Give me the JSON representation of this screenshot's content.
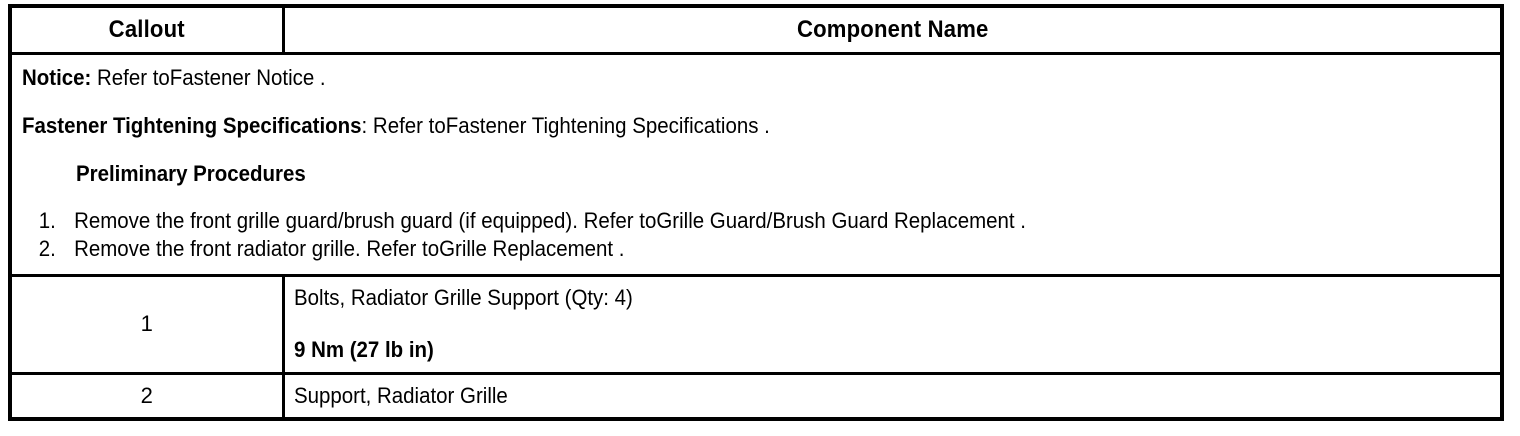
{
  "table": {
    "headers": {
      "callout": "Callout",
      "component_name": "Component Name"
    },
    "notice_block": {
      "notice_label": "Notice:",
      "notice_text": " Refer toFastener Notice .",
      "fastener_label": "Fastener Tightening Specifications",
      "fastener_text": ": Refer toFastener Tightening Specifications .",
      "preliminary_heading": "Preliminary Procedures",
      "steps": [
        {
          "number": "1.",
          "text": "Remove the front grille guard/brush guard (if equipped). Refer toGrille Guard/Brush Guard Replacement ."
        },
        {
          "number": "2.",
          "text": "Remove the front radiator grille. Refer toGrille Replacement ."
        }
      ]
    },
    "rows": [
      {
        "callout": "1",
        "component": "Bolts, Radiator Grille Support (Qty: 4)",
        "torque": "9 Nm (27 lb in)"
      },
      {
        "callout": "2",
        "component": "Support, Radiator Grille",
        "torque": ""
      }
    ]
  },
  "colors": {
    "border": "#000000",
    "text": "#000000",
    "background": "#ffffff"
  }
}
